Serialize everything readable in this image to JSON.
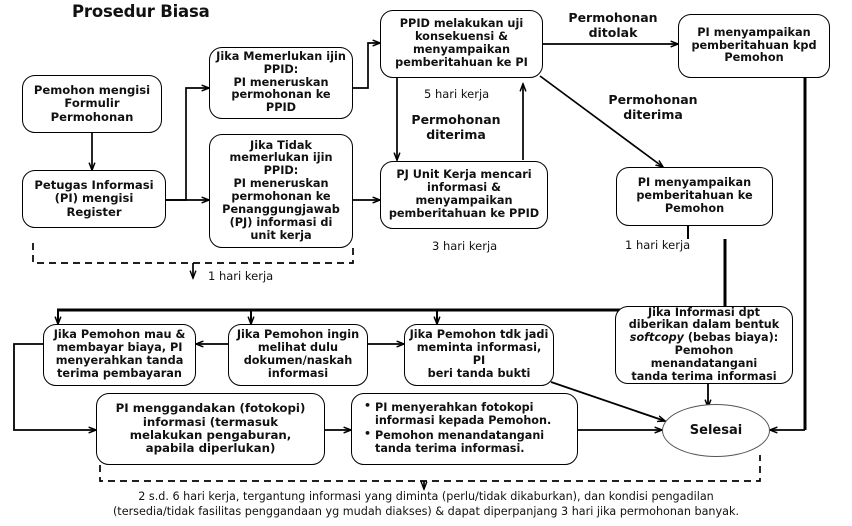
{
  "title": "Prosedur Biasa",
  "nodes": [
    {
      "key": "pemohon_form",
      "label": "Pemohon mengisi\nFormulir\nPermohonan"
    },
    {
      "key": "petugas_reg",
      "label": "Petugas Informasi\n(PI) mengisi\nRegister"
    },
    {
      "key": "perlu_ijin",
      "label": "Jika Memerlukan ijin\nPPID:\nPI meneruskan\npermohonan ke\nPPID"
    },
    {
      "key": "tidak_perlu",
      "label": "Jika Tidak\nmemerlukan ijin\nPPID:\nPI meneruskan\npermohonan ke\nPenanggungjawab\n(PJ) informasi di\nunit kerja"
    },
    {
      "key": "ppid_uji",
      "label": "PPID melakukan uji\nkonsekuensi &\nmenyampaikan\npemberitahuan ke PI"
    },
    {
      "key": "pi_kpd_pemohon",
      "label": "PI menyampaikan\npemberitahuan kpd\nPemohon"
    },
    {
      "key": "pj_unit",
      "label": "PJ Unit Kerja mencari\ninformasi &\nmenyampaikan\npemberitahuan ke PPID"
    },
    {
      "key": "pi_ke_pemohon",
      "label": "PI menyampaikan\npemberitahuan ke\nPemohon"
    },
    {
      "key": "bayar_biaya",
      "label": "Jika Pemohon mau &\nmembayar biaya, PI\nmenyerahkan tanda\nterima pembayaran"
    },
    {
      "key": "lihat_dulu",
      "label": "Jika Pemohon ingin\nmelihat dulu\ndokumen/naskah\ninformasi"
    },
    {
      "key": "tdk_jadi",
      "label": "Jika Pemohon tdk jadi\nmeminta informasi, PI\nberi tanda bukti"
    },
    {
      "key": "softcopy_pre",
      "label": "Jika Informasi dpt\ndiberikan dalam bentuk\n"
    },
    {
      "key": "softcopy_it",
      "label": "softcopy"
    },
    {
      "key": "softcopy_post",
      "label": " (bebas biaya):\nPemohon menandatangani\ntanda terima informasi"
    },
    {
      "key": "fotokopi",
      "label": "PI menggandakan (fotokopi)\ninformasi (termasuk\nmelakukan pengaburan,\napabila diperlukan)"
    },
    {
      "key": "bullet_1",
      "label": "PI menyerahkan fotokopi informasi kepada Pemohon."
    },
    {
      "key": "bullet_2",
      "label": "Pemohon menandatangani tanda terima informasi."
    },
    {
      "key": "selesai",
      "label": "Selesai"
    }
  ],
  "edge_labels": [
    {
      "key": "permohonan_ditolak",
      "text": "Permohonan\nditolak"
    },
    {
      "key": "permohonan_diterima_right",
      "text": "Permohonan\nditerima"
    },
    {
      "key": "permohonan_diterima_left",
      "text": "Permohonan\nditerima"
    },
    {
      "key": "lima_hari",
      "text": "5 hari kerja"
    },
    {
      "key": "tiga_hari",
      "text": "3 hari kerja"
    },
    {
      "key": "satu_hari_right",
      "text": "1 hari kerja"
    },
    {
      "key": "satu_hari_left",
      "text": "1 hari kerja"
    }
  ],
  "footnote": {
    "line1": "2 s.d. 6 hari kerja, tergantung informasi yang diminta (perlu/tidak dikaburkan), dan kondisi pengadilan",
    "line2": "(tersedia/tidak fasilitas penggandaan yg mudah diakses) & dapat diperpanjang 3 hari jika permohonan banyak."
  },
  "colors": {
    "stroke": "#000000",
    "text": "#111111",
    "background": "#ffffff",
    "oval_stroke": "#555555"
  }
}
